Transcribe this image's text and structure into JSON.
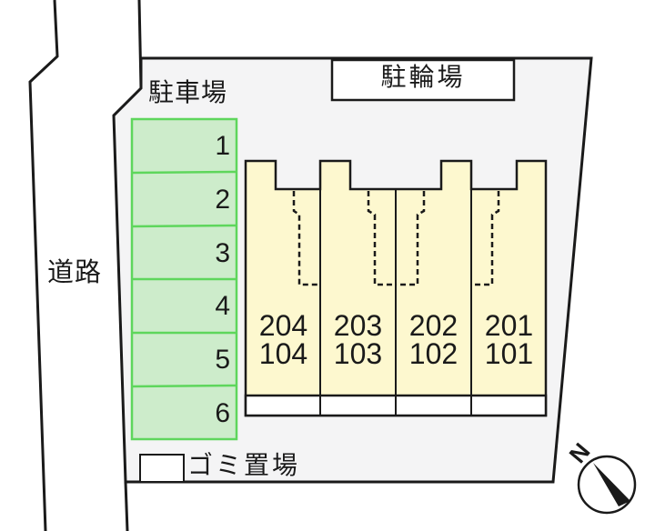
{
  "diagram": {
    "type": "site-plan",
    "labels": {
      "road": "道路",
      "parking": "駐車場",
      "bicycle_parking": "駐輪場",
      "garbage": "ゴミ置場",
      "north": "N"
    },
    "parking_slots": [
      "1",
      "2",
      "3",
      "4",
      "5",
      "6"
    ],
    "units": [
      {
        "upper": "204",
        "lower": "104"
      },
      {
        "upper": "203",
        "lower": "103"
      },
      {
        "upper": "202",
        "lower": "102"
      },
      {
        "upper": "201",
        "lower": "101"
      }
    ],
    "colors": {
      "site_fill": "#f4f4f5",
      "parking_fill": "#cdeccb",
      "parking_border": "#5ed65c",
      "building_fill": "#fdf8cf",
      "line": "#1a1a1a"
    }
  }
}
